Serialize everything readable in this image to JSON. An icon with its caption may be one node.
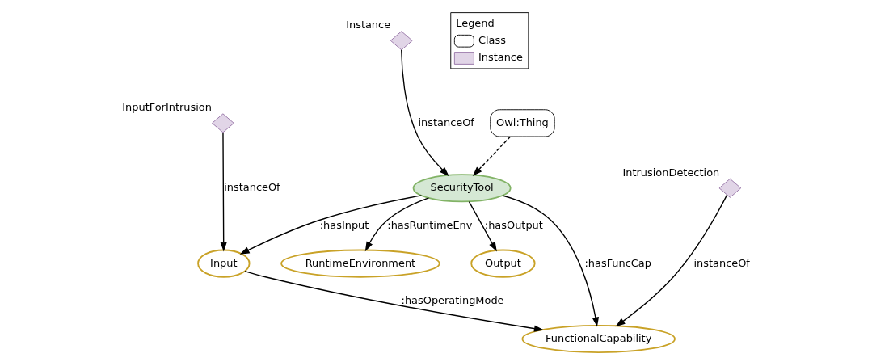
{
  "diagram": {
    "nodes": [
      {
        "text": [
          "Owl:Thing"
        ]
      },
      {
        "text": [
          "SecurityTool"
        ]
      },
      {
        "text": [
          "Output"
        ]
      },
      {
        "text": [
          "Input"
        ]
      },
      {
        "text": [
          "RuntimeEnvironment"
        ]
      },
      {
        "text": [
          "FunctionalCapability"
        ]
      },
      {
        "text": [],
        "shape": "diamond",
        "beside": [
          "Instance"
        ]
      },
      {
        "text": [],
        "shape": "diamond",
        "beside": [
          "IntrusionDetection"
        ]
      },
      {
        "text": [],
        "shape": "diamond",
        "beside": [
          "InputForIntrusion"
        ]
      }
    ],
    "edges": [
      {
        "from": 0,
        "to": 1,
        "arrow": "to",
        "style": "dashed"
      },
      {
        "from": 1,
        "to": 2,
        "arrow": "to",
        "label": ":hasOutput"
      },
      {
        "from": 1,
        "to": 3,
        "arrow": "to",
        "label": ":hasInput"
      },
      {
        "from": 1,
        "to": 4,
        "arrow": "to",
        "label": ":hasRuntimeEnv"
      },
      {
        "from": 1,
        "to": 5,
        "arrow": "to",
        "label": ":hasFuncCap"
      },
      {
        "from": 3,
        "to": 5,
        "arrow": "to",
        "label": ":hasOperatingMode"
      },
      {
        "from": 6,
        "to": 1,
        "arrow": "to",
        "label": "instanceOf"
      },
      {
        "from": 7,
        "to": 5,
        "arrow": "to",
        "label": "instanceOf"
      },
      {
        "from": 8,
        "to": 3,
        "arrow": "to",
        "label": "instanceOf"
      }
    ],
    "labels": [
      "Legend"
    ],
    "legend": [
      {
        "text": "Class"
      },
      {
        "text": "Instance"
      }
    ]
  }
}
